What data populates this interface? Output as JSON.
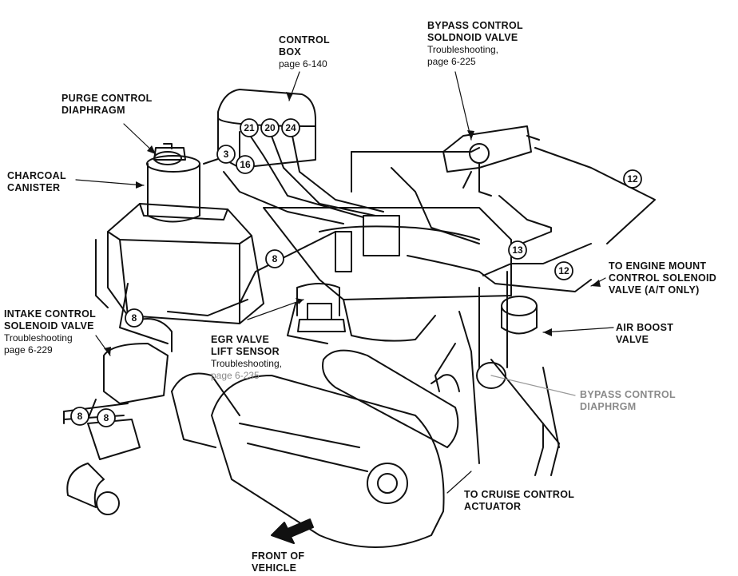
{
  "labels": {
    "control_box": {
      "t1": "CONTROL",
      "t2": "BOX",
      "s1": "page 6-140"
    },
    "bypass_valve": {
      "t1": "BYPASS CONTROL",
      "t2": "SOLDNOID VALVE",
      "s1": "Troubleshooting,",
      "s2": "page 6-225"
    },
    "purge_diaphragm": {
      "t1": "PURGE CONTROL",
      "t2": "DIAPHRAGM"
    },
    "charcoal_canister": {
      "t1": "CHARCOAL",
      "t2": "CANISTER"
    },
    "engine_mount": {
      "t1": "TO ENGINE MOUNT",
      "t2": "CONTROL SOLENOID",
      "t3": "VALVE (A/T ONLY)"
    },
    "intake_valve": {
      "t1": "INTAKE CONTROL",
      "t2": "SOLENOID VALVE",
      "s1": "Troubleshooting",
      "s2": "page 6-229"
    },
    "egr_sensor": {
      "t1": "EGR VALVE",
      "t2": "LIFT SENSOR",
      "s1": "Troubleshooting,",
      "s2": "page 6-235"
    },
    "air_boost": {
      "t1": "AIR BOOST",
      "t2": "VALVE"
    },
    "bypass_diaphragm": {
      "t1": "BYPASS CONTROL",
      "t2": "DIAPHRGM"
    },
    "cruise_actuator": {
      "t1": "TO CRUISE CONTROL",
      "t2": "ACTUATOR"
    },
    "front": {
      "t1": "FRONT OF",
      "t2": "VEHICLE"
    }
  },
  "hose_numbers": {
    "n21": "21",
    "n20": "20",
    "n24": "24",
    "n3": "3",
    "n16": "16",
    "n8a": "8",
    "n8b": "8",
    "n8c": "8",
    "n8d": "8",
    "n12a": "12",
    "n12b": "12",
    "n13": "13"
  }
}
